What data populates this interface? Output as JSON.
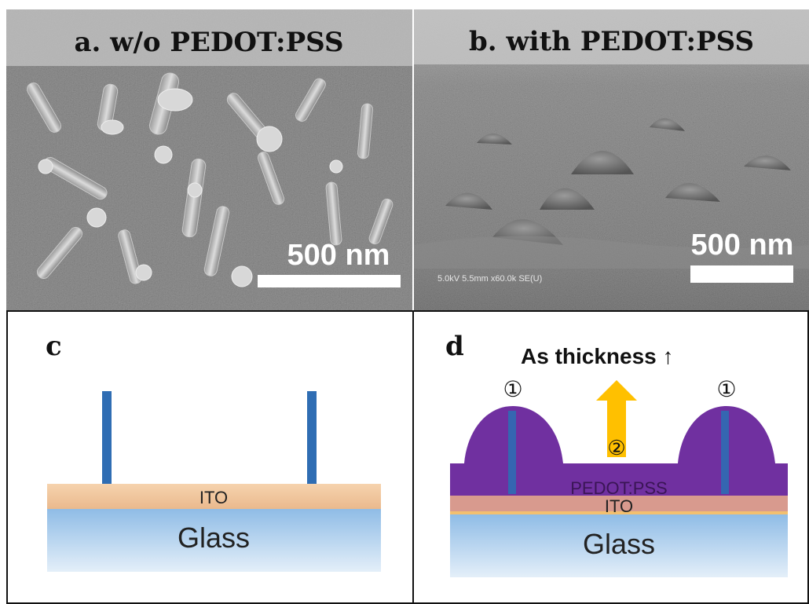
{
  "panel_a": {
    "title": "a. w/o PEDOT:PSS",
    "scale_bar": "500 nm"
  },
  "panel_b": {
    "title": "b. with PEDOT:PSS",
    "scale_bar": "500 nm",
    "sem_info": "5.0kV 5.5mm x60.0k SE(U)"
  },
  "panel_c": {
    "letter": "c",
    "ito_label": "ITO",
    "glass_label": "Glass"
  },
  "panel_d": {
    "letter": "d",
    "headline": "As thickness ↑",
    "marker_1": "①",
    "marker_2": "②",
    "pedot_label": "PEDOT:PSS",
    "ito_label": "ITO",
    "glass_label": "Glass"
  },
  "colors": {
    "rod": "#2f6db3",
    "pedot": "#7030a0",
    "ito": "#f0c8a0",
    "glass_top": "#9cc3e6",
    "glass_bottom": "#ddebf7",
    "arrow": "#ffc000"
  }
}
